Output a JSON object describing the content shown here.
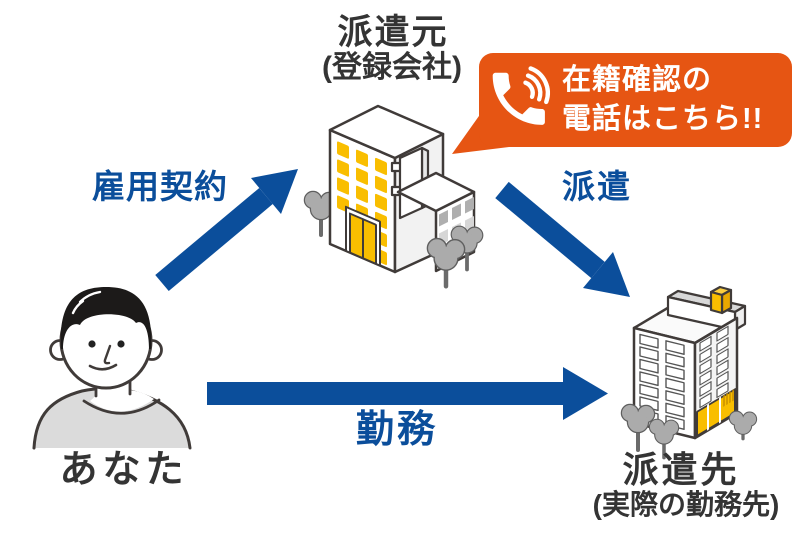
{
  "diagram": {
    "agency": {
      "title": "派遣元",
      "subtitle": "(登録会社)"
    },
    "worker": {
      "label": "あなた"
    },
    "client": {
      "title": "派遣先",
      "subtitle": "(実際の勤務先)"
    },
    "relations": {
      "employment_contract": "雇用契約",
      "dispatch": "派遣",
      "work": "勤務"
    },
    "callout": {
      "line1": "在籍確認の",
      "line2": "電話はこちら!!"
    },
    "colors": {
      "arrow_blue": "#0B4E9B",
      "callout_orange": "#E65513",
      "window_yellow": "#F9BE00",
      "text_dark": "#343434",
      "shirt_gray": "#DBDBDB",
      "tree_gray": "#ABABAB",
      "outline_dark": "#403B39"
    }
  }
}
